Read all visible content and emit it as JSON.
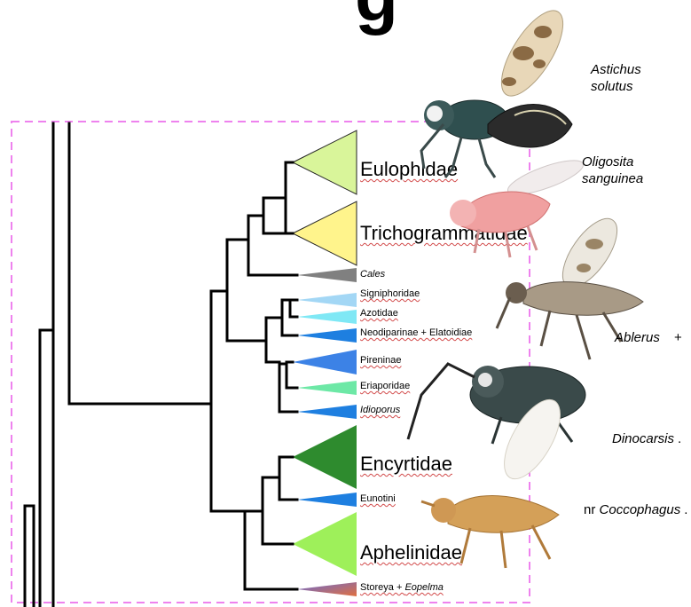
{
  "title_fragment": "g",
  "clades": {
    "eulophidae": "Eulophidae",
    "trichogrammatidae": "Trichogrammatidae",
    "cales": "Cales",
    "signiphoridae": "Signiphoridae",
    "azotidae": "Azotidae",
    "neodiparinae": "Neodiparinae + Elatoidiae",
    "pireninae": "Pireninae",
    "eriaporidae": "Eriaporidae",
    "idioporus": "Idioporus",
    "encyrtidae": "Encyrtidae",
    "eunotini": "Eunotini",
    "aphelinidae": "Aphelinidae",
    "storeya_a": "Storeya + ",
    "storeya_b": "Eopelma"
  },
  "species": {
    "astichus_1": "Astichus",
    "astichus_2": "solutus",
    "oligosita_1": "Oligosita",
    "oligosita_2": "sanguinea",
    "ablerus": "Ablerus",
    "ablerus_trail": "+",
    "dinocarsis": "Dinocarsis",
    "dinocarsis_trail": ".",
    "coccophagus_prefix": "nr ",
    "coccophagus": "Coccophagus",
    "coccophagus_trail": "."
  },
  "colors": {
    "frame": "#ee82ee",
    "branch": "#000000",
    "eulophidae": "#d9f59a",
    "trichogrammatidae": "#fff48c",
    "cales": "#808080",
    "signiphoridae": "#a3d7f5",
    "azotidae": "#7fe8f5",
    "neodiparinae": "#1e7fe0",
    "pireninae": "#3c82e6",
    "eriaporidae": "#6de8a6",
    "idioporus": "#1e7fe0",
    "encyrtidae": "#2e8b2e",
    "eunotini": "#1e7fe0",
    "aphelinidae": "#9ef05a",
    "storeya_a": "#6a6ad0",
    "storeya_b": "#e07040"
  }
}
